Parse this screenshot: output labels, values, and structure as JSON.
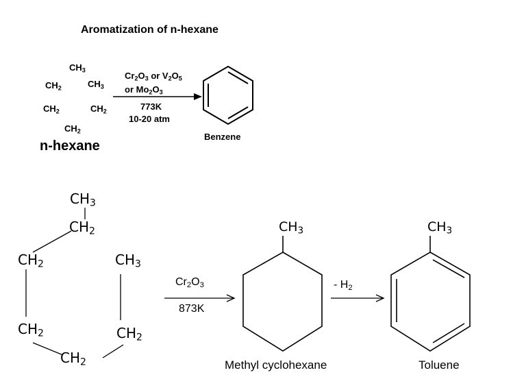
{
  "title": "Aromatization of n-hexane",
  "top": {
    "chain": [
      "CH3",
      "CH2",
      "CH3",
      "CH2",
      "CH2",
      "CH2"
    ],
    "name": "n-hexane",
    "conditions": {
      "catalyst_1": "Cr2O3 or V2O5",
      "catalyst_2": "or Mo2O3",
      "temperature": "773K",
      "pressure": "10-20 atm"
    },
    "product": "Benzene"
  },
  "bottom": {
    "chain": [
      "CH3",
      "CH2",
      "CH2",
      "CH3",
      "CH2",
      "CH2",
      "CH2"
    ],
    "step1": {
      "catalyst": "Cr2O3",
      "temperature": "873K"
    },
    "intermediate": {
      "substituent": "CH3",
      "name": "Methyl cyclohexane"
    },
    "step2": {
      "reagent": "- H2"
    },
    "product": {
      "substituent": "CH3",
      "name": "Toluene"
    }
  }
}
